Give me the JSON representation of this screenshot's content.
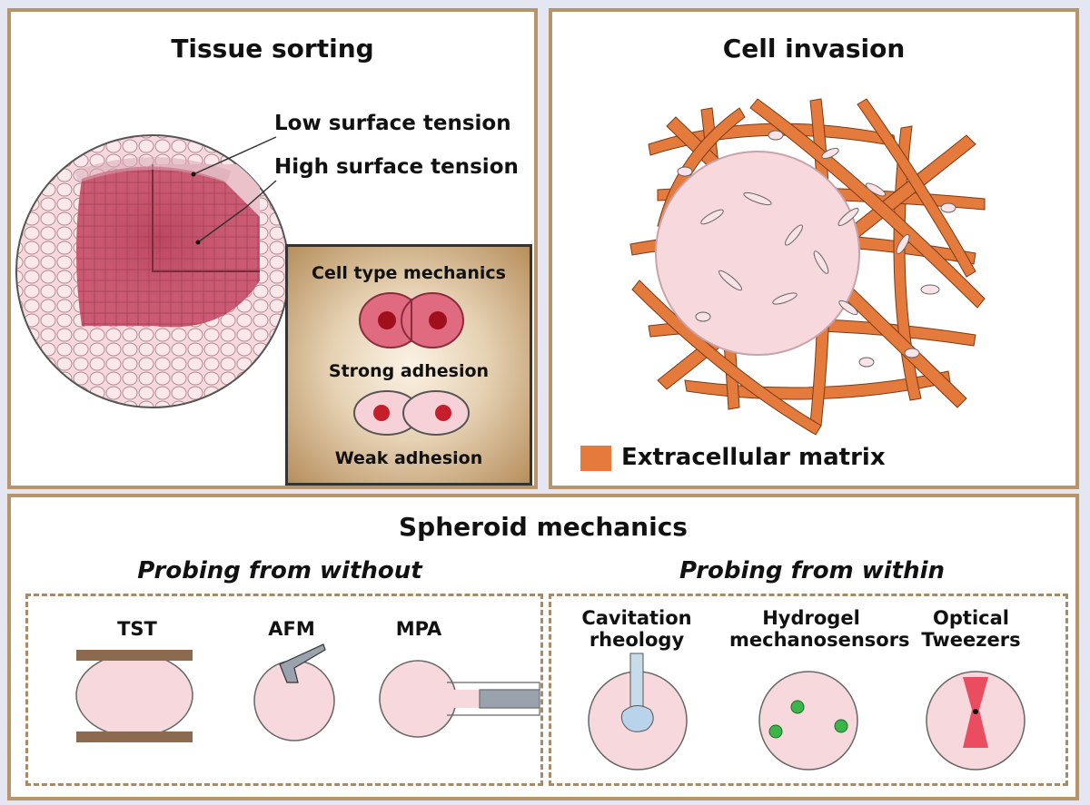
{
  "tissue_sorting": {
    "title": "Tissue sorting",
    "low_tension_label": "Low surface tension",
    "high_tension_label": "High surface tension",
    "inset": {
      "title": "Cell type mechanics",
      "strong_label": "Strong adhesion",
      "weak_label": "Weak adhesion"
    }
  },
  "cell_invasion": {
    "title": "Cell invasion",
    "legend_label": "Extracellular matrix"
  },
  "spheroid_mechanics": {
    "title": "Spheroid mechanics",
    "without": {
      "heading": "Probing from without",
      "methods": [
        "TST",
        "AFM",
        "MPA"
      ]
    },
    "within": {
      "heading": "Probing from within",
      "methods": [
        {
          "line1": "Cavitation",
          "line2": "rheology"
        },
        {
          "line1": "Hydrogel",
          "line2": "mechanosensors"
        },
        {
          "line1": "Optical",
          "line2": "Tweezers"
        }
      ]
    }
  },
  "colors": {
    "panel_border": "#b8946a",
    "ecm_orange": "#e47a3c",
    "spheroid_pink": "#f7d8dc",
    "tissue_core": "#c24a63"
  }
}
